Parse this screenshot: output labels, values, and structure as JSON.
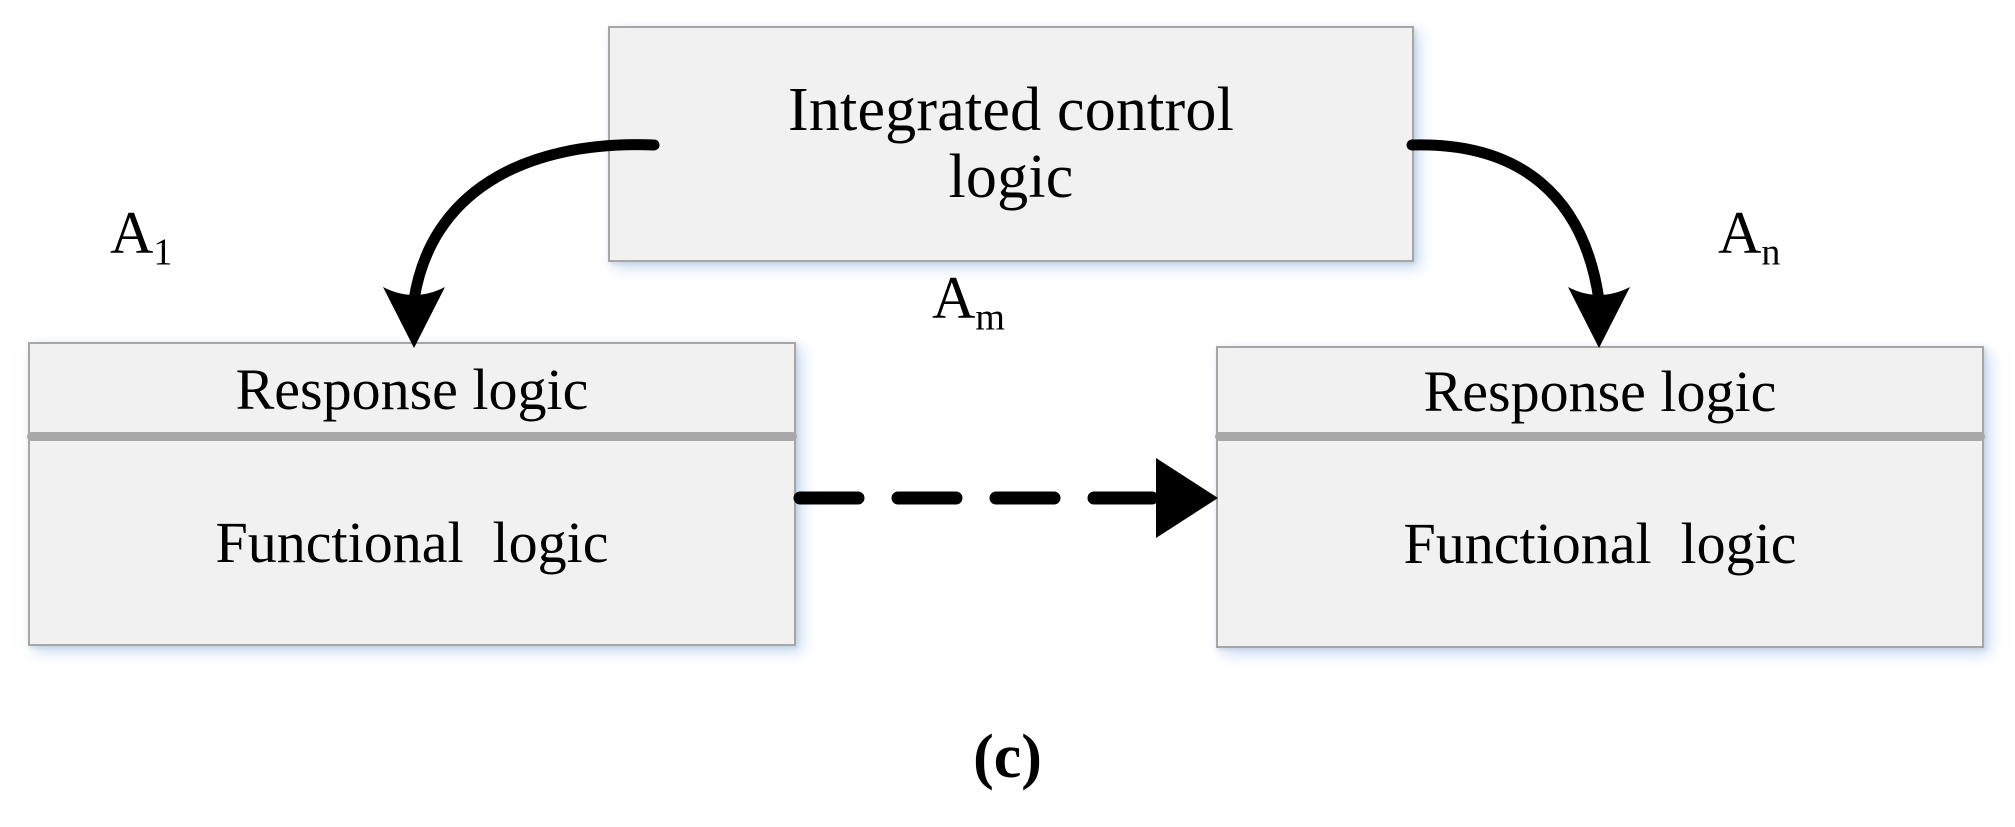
{
  "figure": {
    "caption": "(c)",
    "domain_type": "block-diagram"
  },
  "nodes": {
    "integrated_control": {
      "name": "integrated-control-logic",
      "line1": "Integrated control",
      "line2": "logic"
    },
    "module_left": {
      "name": "module-a1",
      "response_label": "Response logic",
      "functional_label": "Functional  logic"
    },
    "module_right": {
      "name": "module-an",
      "response_label": "Response logic",
      "functional_label": "Functional  logic"
    }
  },
  "annotations": {
    "a1": {
      "base": "A",
      "sub": "1"
    },
    "am": {
      "base": "A",
      "sub": "m"
    },
    "an": {
      "base": "A",
      "sub": "n"
    }
  },
  "edges": [
    {
      "name": "control-to-a1",
      "style": "solid-curved-arrow",
      "from": "integrated_control",
      "to": "module_left"
    },
    {
      "name": "control-to-an",
      "style": "solid-curved-arrow",
      "from": "integrated_control",
      "to": "module_right"
    },
    {
      "name": "a1-to-an",
      "style": "dashed-arrow",
      "from": "module_left",
      "to": "module_right",
      "label": "A_m"
    }
  ],
  "colors": {
    "box_fill": "#f1f1f1",
    "box_border": "#a6a6a6",
    "separator": "#a8a8a8",
    "arrow": "#000000",
    "shadow_glow": "#b6d4f0",
    "background": "#ffffff"
  }
}
